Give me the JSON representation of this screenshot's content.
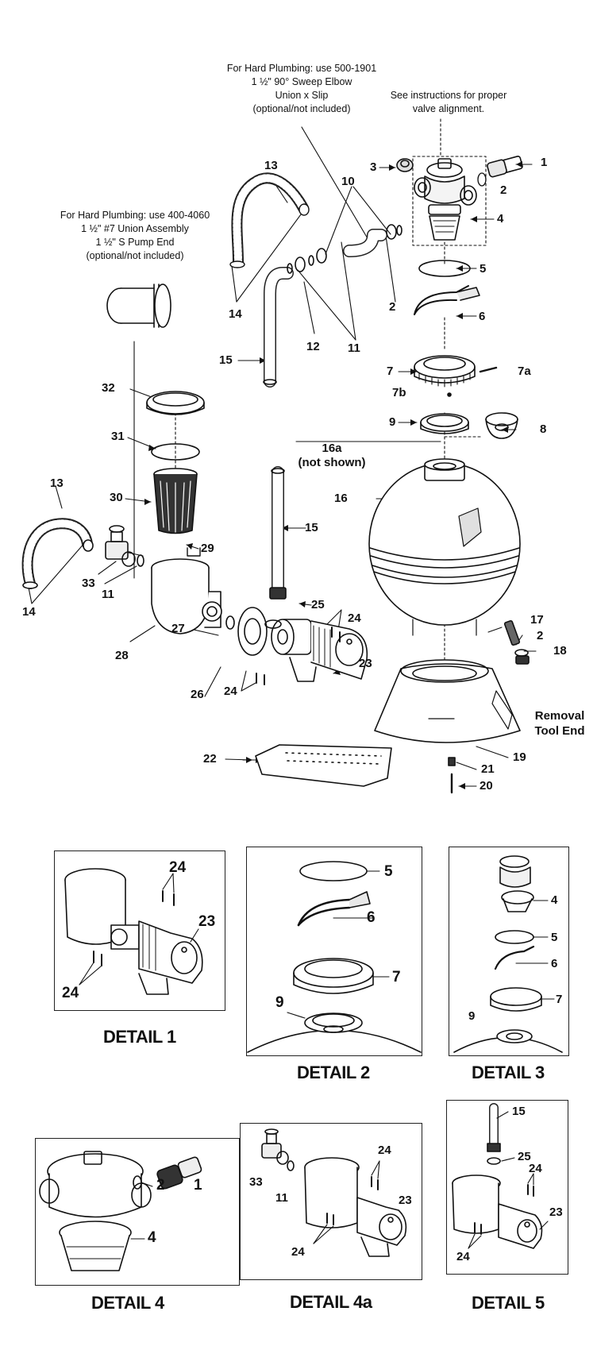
{
  "notes": {
    "elbow": [
      "For Hard Plumbing: use 500-1901",
      "1 ½\" 90° Sweep Elbow",
      "Union x Slip",
      "(optional/not included)"
    ],
    "union": [
      "For Hard Plumbing: use 400-4060",
      "1 ½\" #7 Union Assembly",
      "1 ½\" S Pump End",
      "(optional/not included)"
    ],
    "valve": [
      "See instructions for proper",
      "valve alignment."
    ],
    "not_shown": [
      "16a",
      "(not shown)"
    ],
    "removal": [
      "Removal",
      "Tool End"
    ]
  },
  "main_callouts": {
    "c1": "1",
    "c2a": "2",
    "c3": "3",
    "c4": "4",
    "c5": "5",
    "c6": "6",
    "c7": "7",
    "c7a": "7a",
    "c7b": "7b",
    "c8": "8",
    "c9": "9",
    "c10": "10",
    "c11a": "11",
    "c11b": "11",
    "c12": "12",
    "c2b": "2",
    "c13a": "13",
    "c13b": "13",
    "c14a": "14",
    "c14b": "14",
    "c15a": "15",
    "c15b": "15",
    "c16": "16",
    "c17": "17",
    "c2c": "2",
    "c18": "18",
    "c19": "19",
    "c20": "20",
    "c21": "21",
    "c22": "22",
    "c23": "23",
    "c24a": "24",
    "c24b": "24",
    "c25": "25",
    "c26": "26",
    "c27": "27",
    "c28": "28",
    "c29": "29",
    "c30": "30",
    "c31": "31",
    "c32": "32",
    "c33": "33"
  },
  "details": [
    {
      "title": "DETAIL 1",
      "labels": {
        "a": "24",
        "b": "23",
        "c": "24"
      }
    },
    {
      "title": "DETAIL 2",
      "labels": {
        "a": "5",
        "b": "6",
        "c": "7",
        "d": "9"
      }
    },
    {
      "title": "DETAIL 3",
      "labels": {
        "a": "4",
        "b": "5",
        "c": "6",
        "d": "7",
        "e": "9"
      }
    },
    {
      "title": "DETAIL 4",
      "labels": {
        "a": "2",
        "b": "1",
        "c": "4"
      }
    },
    {
      "title": "DETAIL 4a",
      "labels": {
        "a": "33",
        "b": "11",
        "c": "24",
        "d": "23",
        "e": "24"
      }
    },
    {
      "title": "DETAIL 5",
      "labels": {
        "a": "15",
        "b": "25",
        "c": "24",
        "d": "23",
        "e": "24"
      }
    }
  ]
}
